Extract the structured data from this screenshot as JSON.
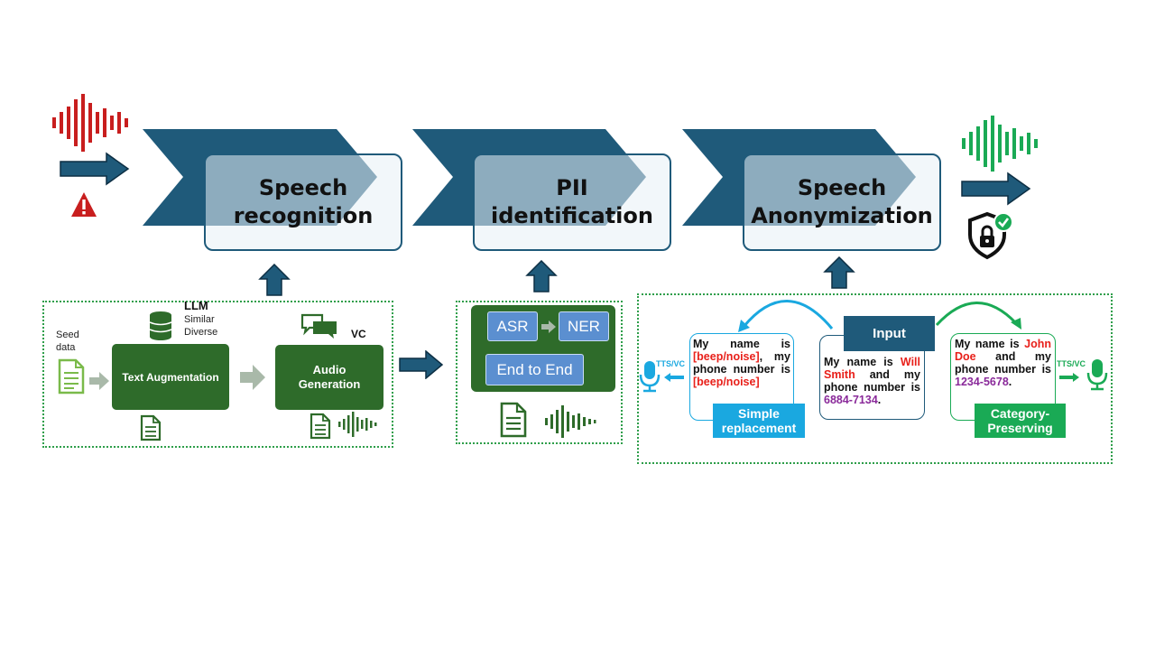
{
  "stages": [
    {
      "title": "Speech\nrecognition"
    },
    {
      "title": "PII\nidentification"
    },
    {
      "title": "Speech\nAnonymization"
    }
  ],
  "augmentation": {
    "seed_label": "Seed\ndata",
    "llm_label": "LLM",
    "similar_label": "Similar",
    "diverse_label": "Diverse",
    "text_aug_label": "Text Augmentation",
    "vc_label": "VC",
    "audio_gen_label": "Audio\nGeneration"
  },
  "pii": {
    "asr_label": "ASR",
    "ner_label": "NER",
    "e2e_label": "End to End"
  },
  "anonymization": {
    "input_label": "Input",
    "input_text": {
      "p1": "My name is ",
      "name": "Will Smith",
      "p2": " and my phone number is ",
      "phone": "6884-7134",
      "p3": "."
    },
    "simple_text": {
      "p1": "My name is ",
      "tag1": "[beep/noise]",
      "p2": ", my phone number is ",
      "tag2": "[beep/noise]"
    },
    "simple_label": "Simple\nreplacement",
    "category_text": {
      "p1": "My name is ",
      "name": "John Doe",
      "p2": " and my phone number is ",
      "phone": "1234-5678",
      "p3": "."
    },
    "category_label": "Category-\nPreserving",
    "tts_left": "TTS/VC",
    "tts_right": "TTS/VC"
  },
  "colors": {
    "navy": "#1f5a7a",
    "dark_green": "#2e6b2a",
    "bright_green": "#1aaa55",
    "cyan": "#1aa8e0",
    "danger_red": "#c81e1e",
    "pii_red": "#e8201a",
    "pii_purple": "#8a2a9a"
  }
}
